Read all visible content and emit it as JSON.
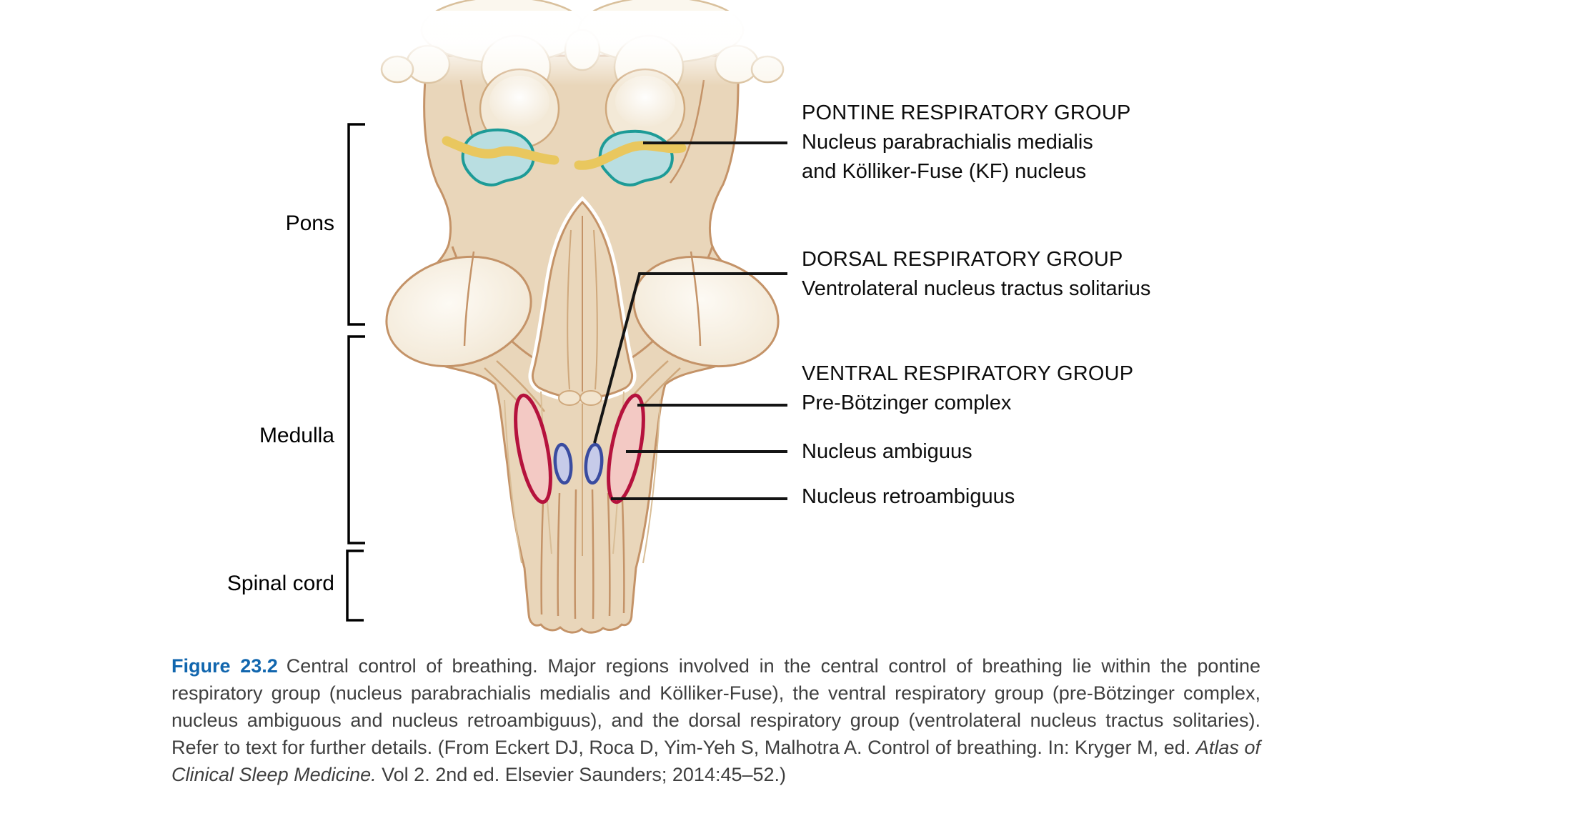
{
  "labels": {
    "pons": "Pons",
    "medulla": "Medulla",
    "spinal_cord": "Spinal cord"
  },
  "annotations": {
    "pontine": {
      "heading": "PONTINE RESPIRATORY GROUP",
      "line1": "Nucleus parabrachialis medialis",
      "line2": "and Kölliker-Fuse (KF) nucleus"
    },
    "dorsal": {
      "heading": "DORSAL RESPIRATORY GROUP",
      "line1": "Ventrolateral nucleus tractus solitarius"
    },
    "ventral": {
      "heading": "VENTRAL RESPIRATORY GROUP",
      "pre_botzinger": "Pre-Bötzinger complex",
      "ambiguus": "Nucleus ambiguus",
      "retroambiguus": "Nucleus retroambiguus"
    }
  },
  "caption": {
    "label": "Figure 23.2",
    "body_1": "Central control of breathing. Major regions involved in the central control of breathing lie within the pontine respiratory group (nucleus parabrachialis medialis and Kölliker-Fuse), the ventral respiratory group (pre-Bötzinger complex, nucleus ambiguous and nucleus retroambiguus), and the dorsal respiratory group (ventrolateral nucleus tractus solitaries). Refer to text for further details. (From Eckert DJ, Roca D, Yim-Yeh S, Malhotra A. Control of breathing. In: Kryger M, ed. ",
    "book_title": "Atlas of Clinical Sleep Medicine.",
    "body_2": " Vol 2. 2nd ed. Elsevier Saunders; 2014:45–52.)"
  },
  "colors": {
    "figure_label_blue": "#1166ae",
    "caption_text": "#3f3f3f",
    "body_tan": "#e9d6ba",
    "outline_tan": "#c49368",
    "pale_cream": "#fbf7ee",
    "pontine_teal_fill": "#b9dee1",
    "pontine_teal_stroke": "#1d9b97",
    "tract_yellow": "#e9c75e",
    "ventral_crimson_stroke": "#b5123d",
    "ventral_crimson_fill": "#f3c9c4",
    "dorsal_blue_stroke": "#3a4ca0",
    "dorsal_blue_fill": "#c6cbe9",
    "leader_line": "#141414"
  }
}
